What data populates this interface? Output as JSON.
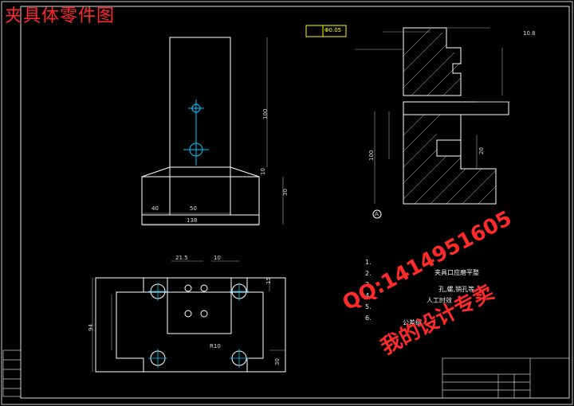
{
  "title": "夹具体零件图",
  "watermark": {
    "line1": "QQ:1414951605",
    "line2": "我的设计专卖"
  },
  "notes": [
    "1.",
    "2.",
    "3.",
    "4.",
    "5.",
    "6."
  ],
  "notes_text": [
    "夹具口应磨平整",
    "孔,螺,销孔等",
    "人工时效",
    "公差级"
  ],
  "dims": {
    "front_top_d1": "40",
    "front_top_d2": "50",
    "front_bottom": "138",
    "front_height": "100",
    "front_base": "10",
    "front_base_h": "30",
    "plan_d1": "21.5",
    "plan_d2": "10",
    "plan_left": "94",
    "plan_r": "R10",
    "plan_right": "30",
    "plan_right2": "15",
    "sec_d1": "Φ0.05",
    "sec_h": "100",
    "sec_right": "20",
    "sec_top": "10.8",
    "sec_mark": "A"
  },
  "colors": {
    "line": "#ffffff",
    "center": "#00c8ff",
    "frame": "#dddddd",
    "accent": "#ffff00",
    "watermark": "#ff2a2a"
  }
}
